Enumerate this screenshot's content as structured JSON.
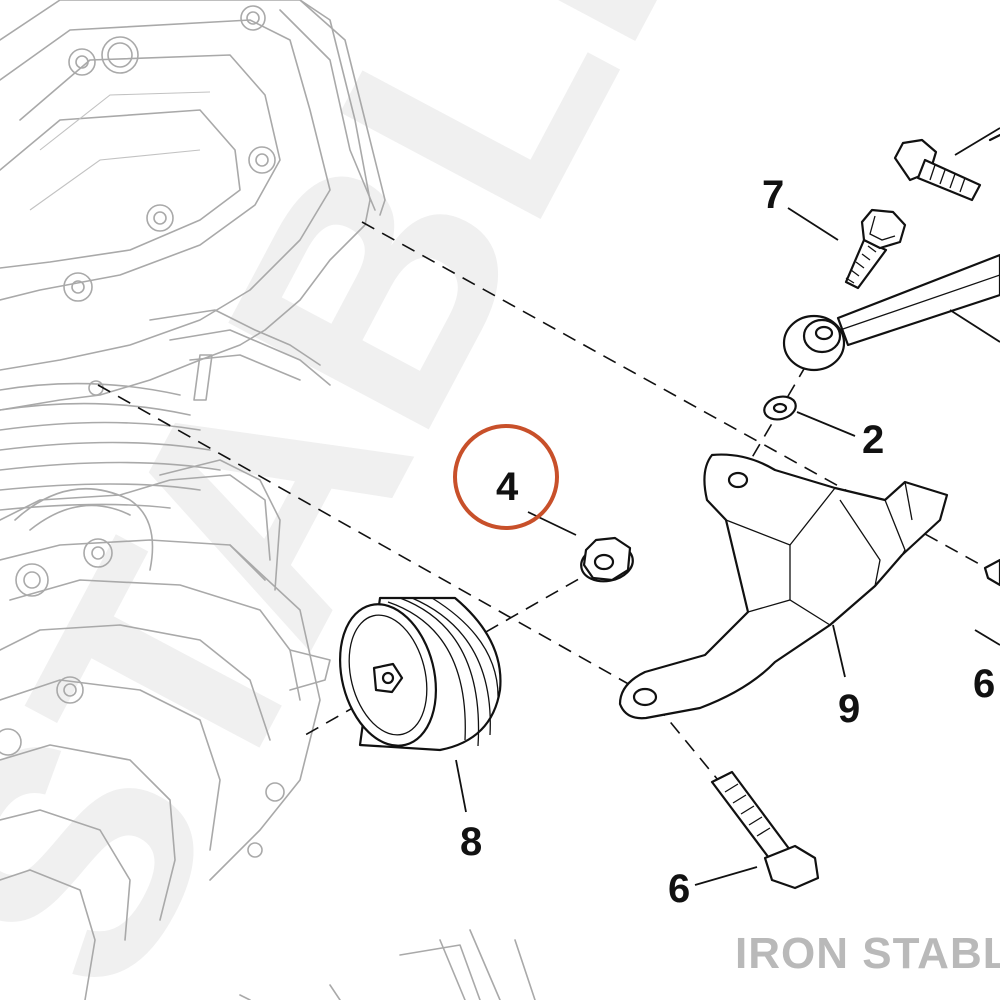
{
  "diagram": {
    "callouts": {
      "c2": "2",
      "c4": "4",
      "c6a": "6",
      "c6b": "6",
      "c7": "7",
      "c8": "8",
      "c9": "9"
    },
    "highlighted_callout": "4",
    "highlight_color": "#c8502a",
    "watermark": "STABLE",
    "brand_label": "IRON STABLE",
    "brand_color": "#b9b9b9",
    "line_color": "#111111",
    "engine_color": "#a9a9a9"
  }
}
